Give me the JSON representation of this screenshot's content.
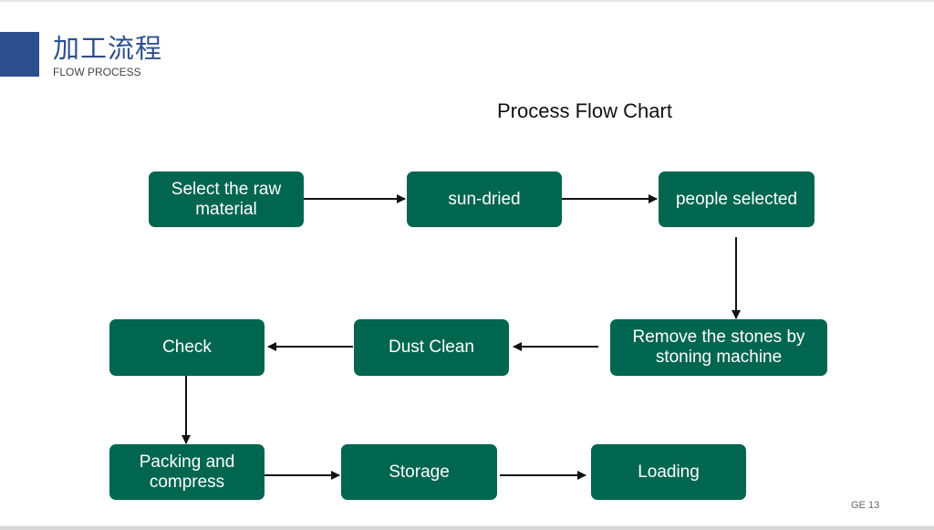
{
  "header": {
    "title_cn": "加工流程",
    "title_en": "FLOW PROCESS"
  },
  "chart": {
    "title": "Process Flow Chart"
  },
  "steps": [
    {
      "id": "select",
      "label": "Select the raw material"
    },
    {
      "id": "sundried",
      "label": "sun-dried"
    },
    {
      "id": "people",
      "label": "people selected"
    },
    {
      "id": "stones",
      "label": "Remove the stones by stoning machine"
    },
    {
      "id": "dust",
      "label": "Dust Clean"
    },
    {
      "id": "check",
      "label": "Check"
    },
    {
      "id": "packing",
      "label": "Packing and compress"
    },
    {
      "id": "storage",
      "label": "Storage"
    },
    {
      "id": "loading",
      "label": "Loading"
    }
  ],
  "colors": {
    "box": "#00664f",
    "accent": "#2e4f8e"
  },
  "footer": {
    "page": "GE 13"
  }
}
